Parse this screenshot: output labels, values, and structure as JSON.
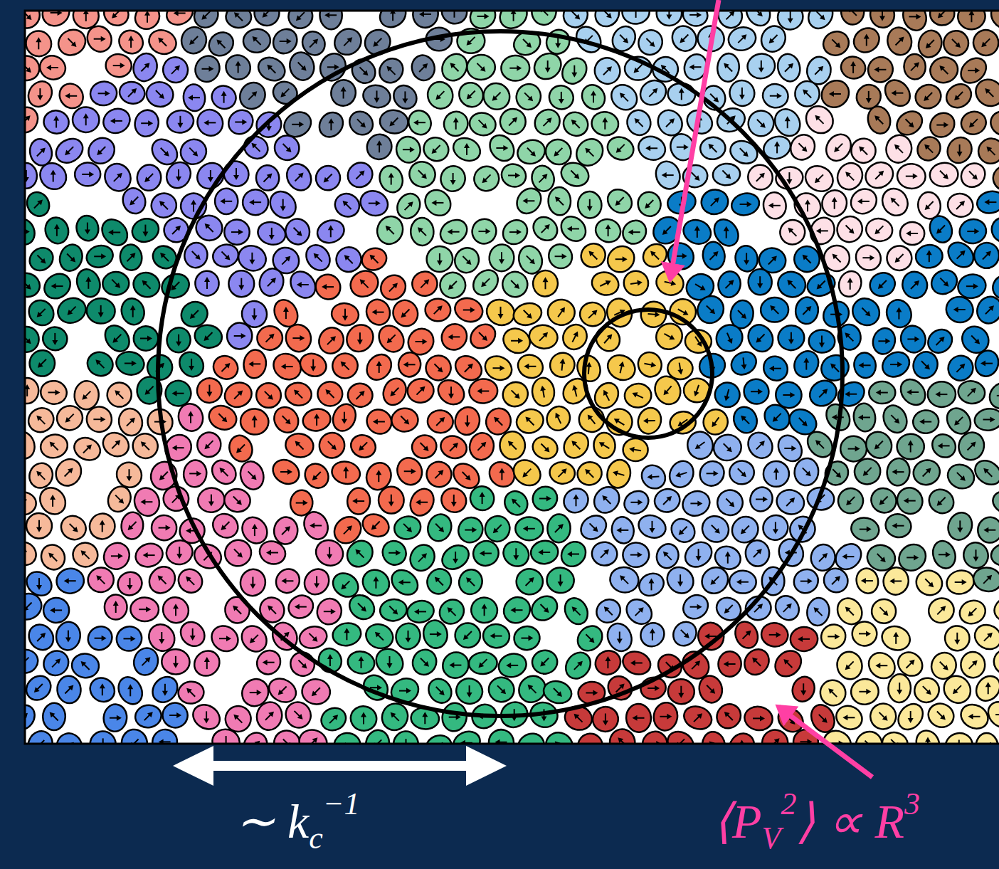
{
  "diagram": {
    "labels": [
      "∼ k",
      "c",
      "−1",
      "⟨P",
      "V",
      "2",
      "⟩ ∝ R",
      "3"
    ]
  }
}
